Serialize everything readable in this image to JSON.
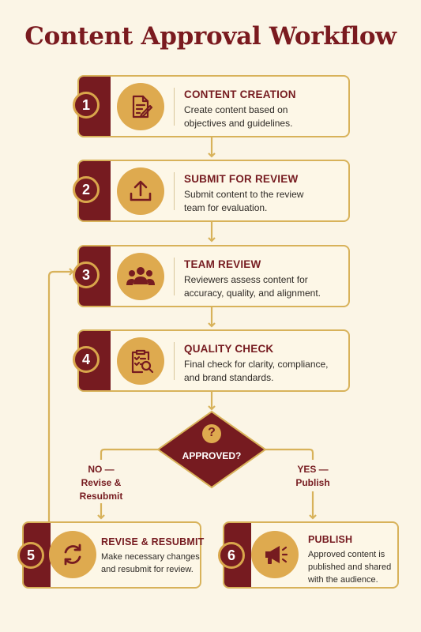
{
  "title": "Content Approval Workflow",
  "colors": {
    "maroon": "#761b20",
    "gold": "#deaa4f",
    "connector": "#d8b25a",
    "background": "#fbf5e6"
  },
  "steps": [
    {
      "number": "1",
      "title": "CONTENT CREATION",
      "description": [
        "Create content based on",
        "objectives and guidelines."
      ],
      "icon": "document-edit-icon"
    },
    {
      "number": "2",
      "title": "SUBMIT FOR REVIEW",
      "description": [
        "Submit content to the review",
        "team for evaluation."
      ],
      "icon": "upload-icon"
    },
    {
      "number": "3",
      "title": "TEAM REVIEW",
      "description": [
        "Reviewers assess content for",
        "accuracy, quality, and alignment."
      ],
      "icon": "team-icon"
    },
    {
      "number": "4",
      "title": "QUALITY CHECK",
      "description": [
        "Final check for clarity, compliance,",
        "and brand standards."
      ],
      "icon": "clipboard-search-icon"
    },
    {
      "number": "5",
      "title": "REVISE & RESUBMIT",
      "description": [
        "Make necessary changes",
        "and resubmit for review."
      ],
      "icon": "refresh-icon"
    },
    {
      "number": "6",
      "title": "PUBLISH",
      "description": [
        "Approved content is",
        "published and shared",
        "with the audience."
      ],
      "icon": "megaphone-icon"
    }
  ],
  "decision": {
    "label": "APPROVED?",
    "symbol": "?",
    "icon": "question-icon"
  },
  "branches": {
    "no": [
      "NO —",
      "Revise &",
      "Resubmit"
    ],
    "yes": [
      "YES —",
      "Publish"
    ]
  }
}
